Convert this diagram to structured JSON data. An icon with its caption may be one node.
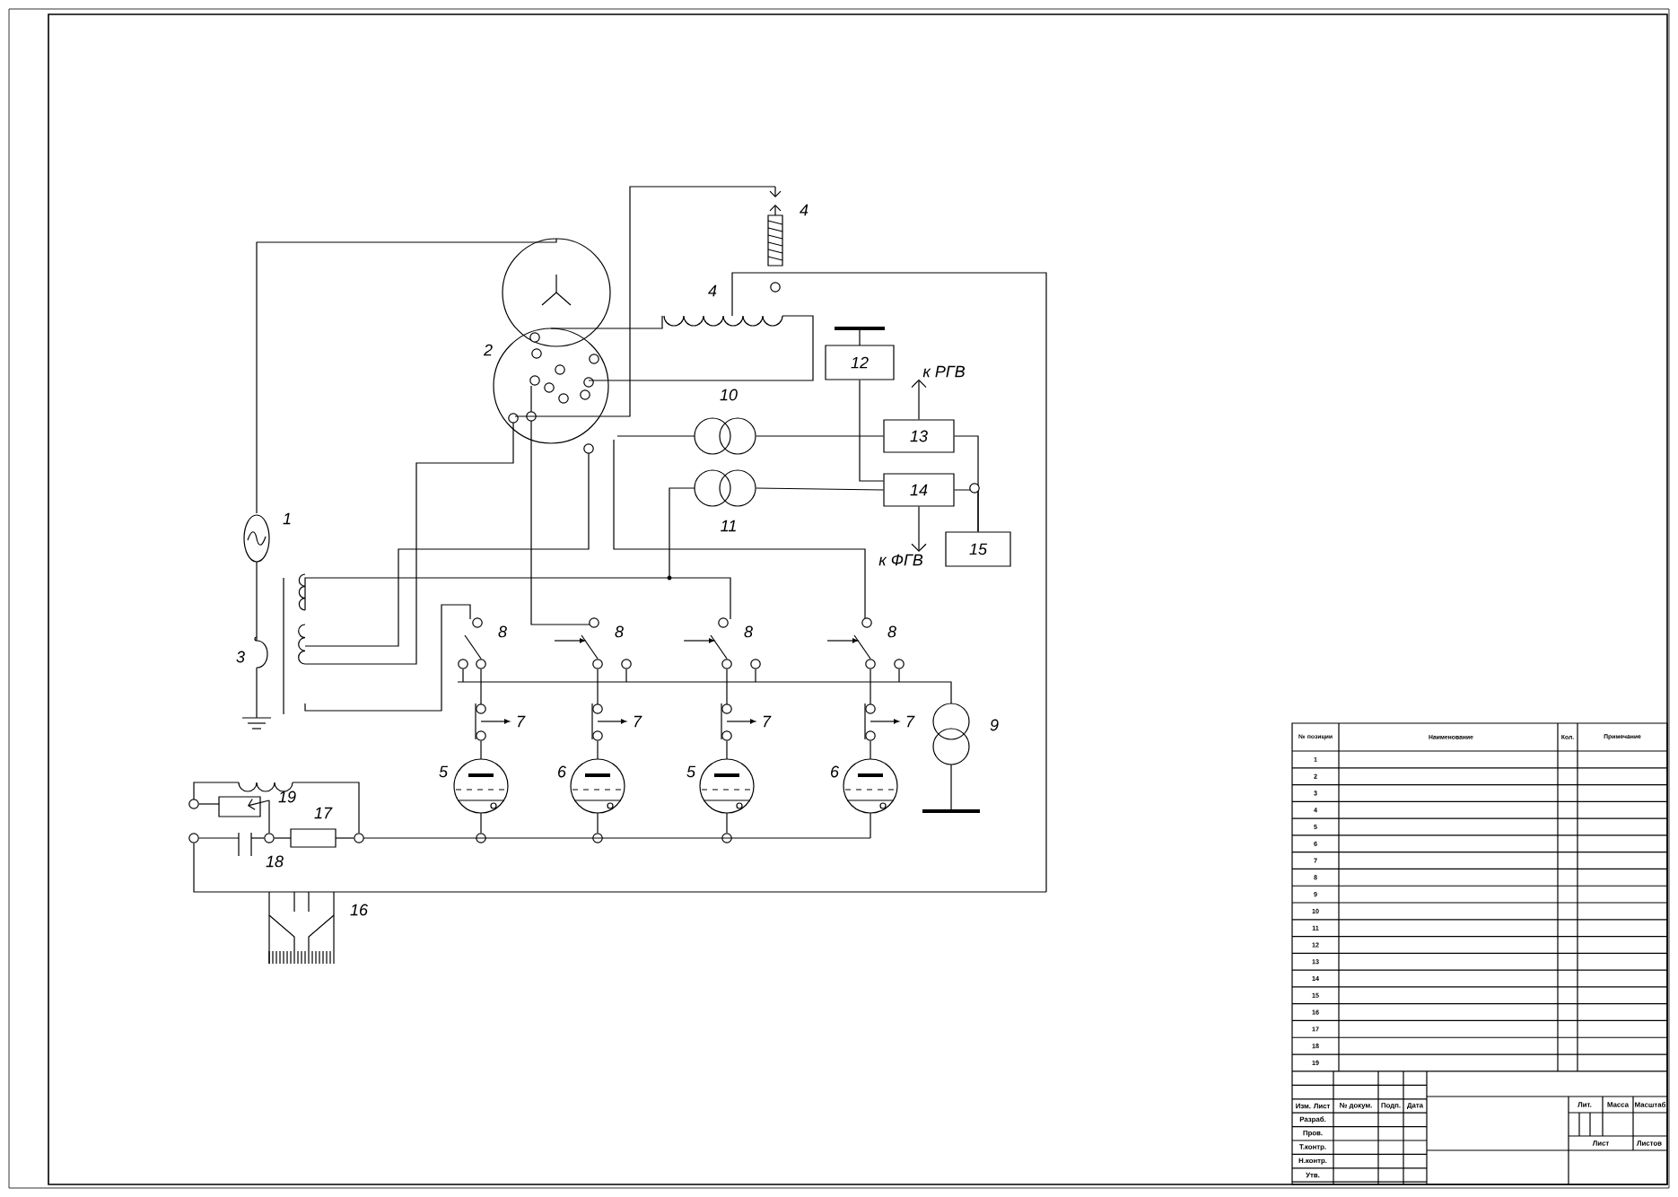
{
  "diagram": {
    "nodes": [
      {
        "text": [
          "12"
        ]
      },
      {
        "text": [
          "13"
        ]
      },
      {
        "text": [
          "14"
        ]
      },
      {
        "text": [
          "15"
        ]
      },
      {
        "text": [],
        "shape": "circle",
        "beside": [
          "10"
        ]
      },
      {
        "text": [],
        "shape": "circle",
        "beside": [
          "11"
        ]
      },
      {
        "text": [
          "к РГВ"
        ]
      },
      {
        "text": [
          "к ФГВ"
        ]
      }
    ],
    "edges": [
      {
        "from": 0,
        "to": 2,
        "arrow": "none"
      },
      {
        "from": 4,
        "to": 1,
        "arrow": "none"
      },
      {
        "from": 5,
        "to": 2,
        "arrow": "none"
      },
      {
        "from": 1,
        "to": 3,
        "arrow": "none"
      },
      {
        "from": 2,
        "to": 3,
        "arrow": "none"
      },
      {
        "from": 1,
        "to": 6,
        "arrow": "to"
      },
      {
        "from": 2,
        "to": 7,
        "arrow": "to"
      }
    ],
    "labels": [
      "1",
      "2",
      "3",
      "4",
      "4",
      "8",
      "8",
      "8",
      "8",
      "7",
      "7",
      "7",
      "7",
      "5",
      "6",
      "5",
      "6",
      "9",
      "19",
      "17",
      "18",
      "16",
      "№ позиции",
      "Наименование",
      "Кол.",
      "Примечание",
      "1",
      "2",
      "3",
      "4",
      "5",
      "6",
      "7",
      "8",
      "9",
      "10",
      "11",
      "12",
      "13",
      "14",
      "15",
      "16",
      "17",
      "18",
      "19",
      "Изм. Лист",
      "№ докум.",
      "Подп.",
      "Дата",
      "Разраб.",
      "Пров.",
      "Т.контр.",
      "Н.контр.",
      "Утв.",
      "Лит.",
      "Масса",
      "Масштаб",
      "Лист",
      "Листов"
    ]
  }
}
